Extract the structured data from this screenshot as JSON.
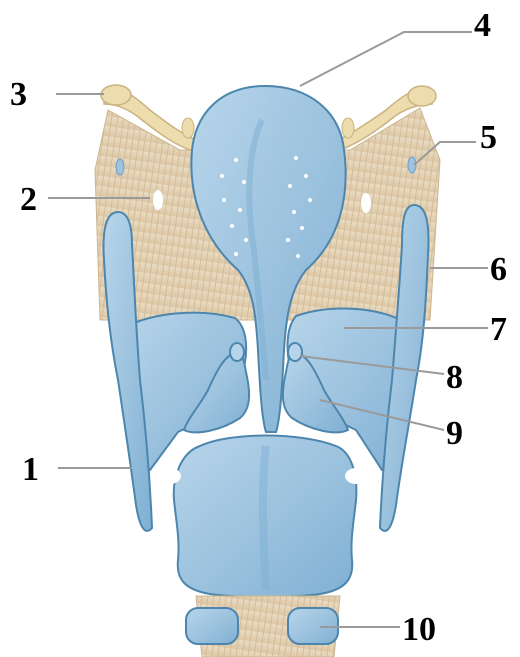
{
  "figure": {
    "labels": [
      {
        "id": "1",
        "text": "1"
      },
      {
        "id": "2",
        "text": "2"
      },
      {
        "id": "3",
        "text": "3"
      },
      {
        "id": "4",
        "text": "4"
      },
      {
        "id": "5",
        "text": "5"
      },
      {
        "id": "6",
        "text": "6"
      },
      {
        "id": "7",
        "text": "7"
      },
      {
        "id": "8",
        "text": "8"
      },
      {
        "id": "9",
        "text": "9"
      },
      {
        "id": "10",
        "text": "10"
      }
    ]
  },
  "colors": {
    "cartilage": "#9dc3df",
    "cartilage_shade": "#6d9fc3",
    "cartilage_outline": "#4c86ad",
    "membrane": "#e6d6bd",
    "membrane_stripe": "#d2bd9a",
    "hyoid": "#ecdcae",
    "leader_line": "#9a9a9a",
    "label": "#000000"
  }
}
